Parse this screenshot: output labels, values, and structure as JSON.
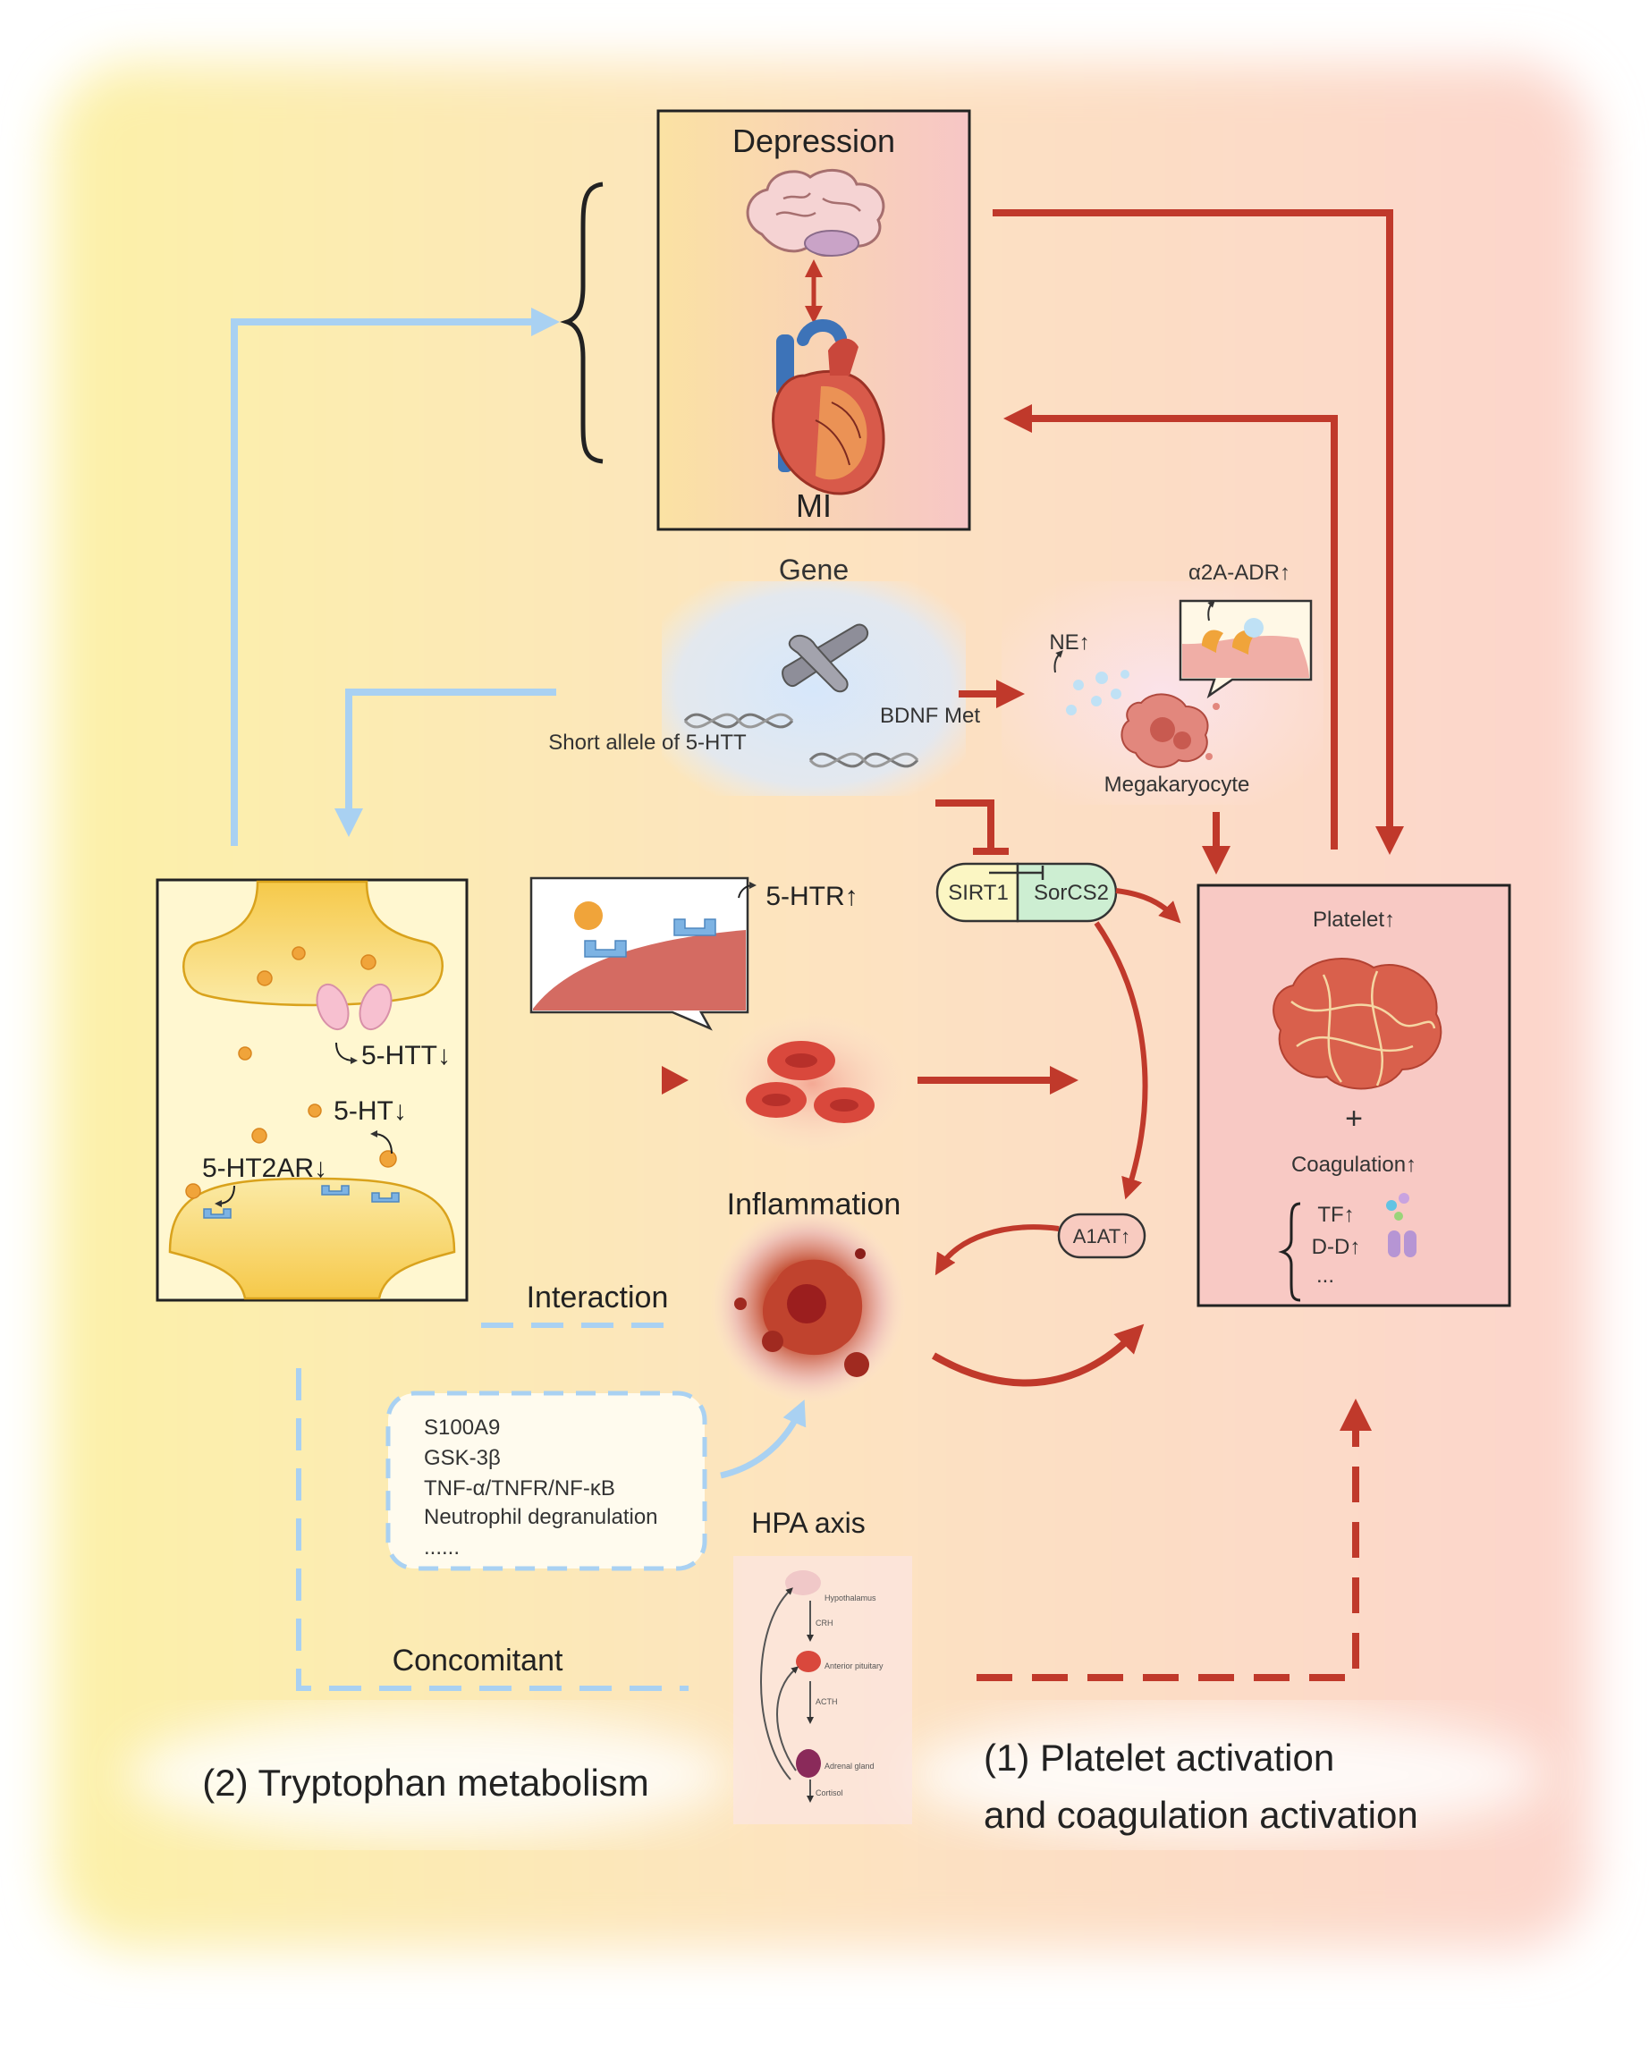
{
  "top": {
    "depression": "Depression",
    "mi": "MI"
  },
  "gene": {
    "title": "Gene",
    "short_allele": "Short allele of 5-HTT",
    "bdnf": "BDNF Met"
  },
  "megakaryocyte": {
    "ne": "NE↑",
    "alpha2a": "α2A-ADR↑",
    "label": "Megakaryocyte"
  },
  "synapse": {
    "htt": "5-HTT↓",
    "ht": "5-HT↓",
    "ht2ar": "5-HT2AR↓"
  },
  "htr": "5-HTR↑",
  "sirt": {
    "sirt1": "SIRT1",
    "sorcs2": "SorCS2"
  },
  "platelet": {
    "title": "Platelet↑",
    "plus": "+",
    "coagulation": "Coagulation↑",
    "tf": "TF↑",
    "dd": "D-D↑",
    "more": "..."
  },
  "inflammation": {
    "title": "Inflammation",
    "a1at": "A1AT↑"
  },
  "interaction": "Interaction",
  "concomitant": "Concomitant",
  "markers": [
    "S100A9",
    "GSK-3β",
    "TNF-α/TNFR/NF-κB",
    "Neutrophil degranulation",
    "......"
  ],
  "hpa": {
    "title": "HPA axis",
    "steps": [
      "Hypothalamus",
      "CRH",
      "Anterior pituitary",
      "ACTH",
      "Adrenal gland",
      "Cortisol"
    ]
  },
  "sections": {
    "tryptophan": "(2) Tryptophan metabolism",
    "platelet_line1": "(1) Platelet activation",
    "platelet_line2": "and coagulation activation"
  },
  "colors": {
    "red": "#c0392b",
    "blue": "#a9d1f2",
    "yellow": "#fbeaa2",
    "pink": "#f8c9c4"
  }
}
